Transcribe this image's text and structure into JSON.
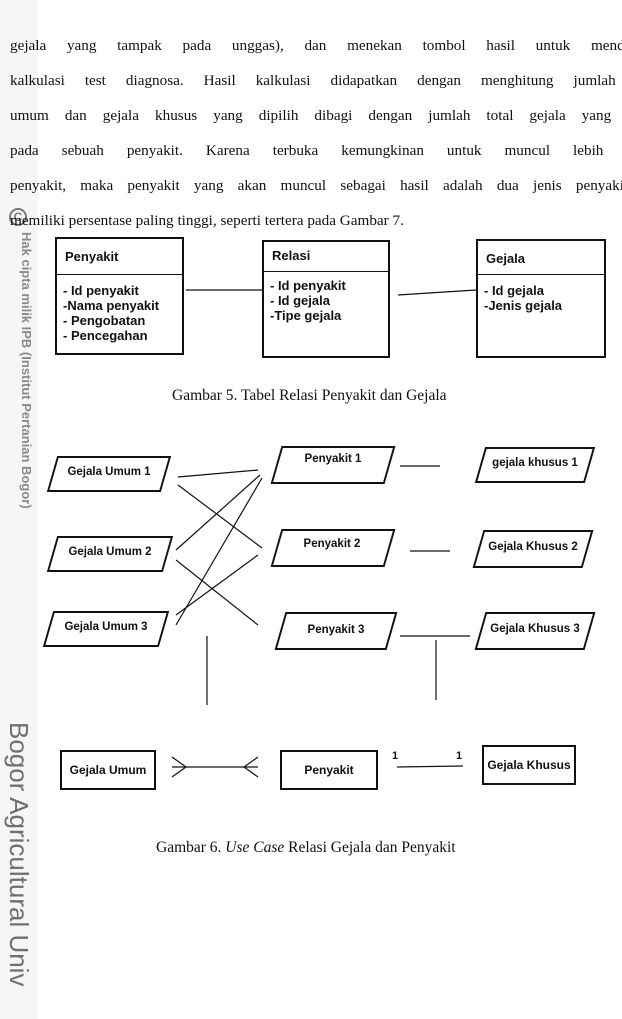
{
  "watermark": {
    "copyright_symbol": "C",
    "copyright_text": "Hak cipta milik IPB (Institut Pertanian Bogor)",
    "university": "Bogor Agricultural Univ"
  },
  "paragraph": [
    "gejala yang tampak pada unggas), dan menekan tombol hasil untuk mendapat",
    "kalkulasi test diagnosa. Hasil kalkulasi didapatkan dengan menghitung jumlah ge",
    "umum dan gejala khusus yang dipilih dibagi dengan jumlah total gejala yang tam",
    "pada sebuah penyakit. Karena terbuka kemungkinan untuk muncul lebih dari",
    "penyakit, maka penyakit yang akan muncul sebagai hasil adalah dua jenis penyakit y",
    "memiliki persentase paling tinggi, seperti tertera pada Gambar 7."
  ],
  "figure5": {
    "caption": "Gambar 5. Tabel Relasi Penyakit dan Gejala",
    "penyakit": {
      "title": "Penyakit",
      "fields": [
        "- Id penyakit",
        "-Nama penyakit",
        "- Pengobatan",
        "- Pencegahan"
      ]
    },
    "relasi": {
      "title": "Relasi",
      "fields": [
        "- Id penyakit",
        "- Id gejala",
        "-Tipe gejala"
      ]
    },
    "gejala": {
      "title": "Gejala",
      "fields": [
        "- Id gejala",
        "-Jenis gejala"
      ]
    }
  },
  "figure6": {
    "caption_prefix": "Gambar 6.",
    "caption_italic": "Use Case",
    "caption_suffix": "Relasi Gejala dan Penyakit",
    "gejala_umum": [
      "Gejala Umum 1",
      "Gejala Umum 2",
      "Gejala Umum 3"
    ],
    "penyakit": [
      "Penyakit 1",
      "Penyakit 2",
      "Penyakit 3"
    ],
    "gejala_khusus": [
      "gejala khusus 1",
      "Gejala Khusus 2",
      "Gejala Khusus 3"
    ],
    "bottom": {
      "gejala_umum": "Gejala Umum",
      "penyakit": "Penyakit",
      "gejala_khusus": "Gejala Khusus",
      "mult_left": "1",
      "mult_right": "1"
    }
  }
}
